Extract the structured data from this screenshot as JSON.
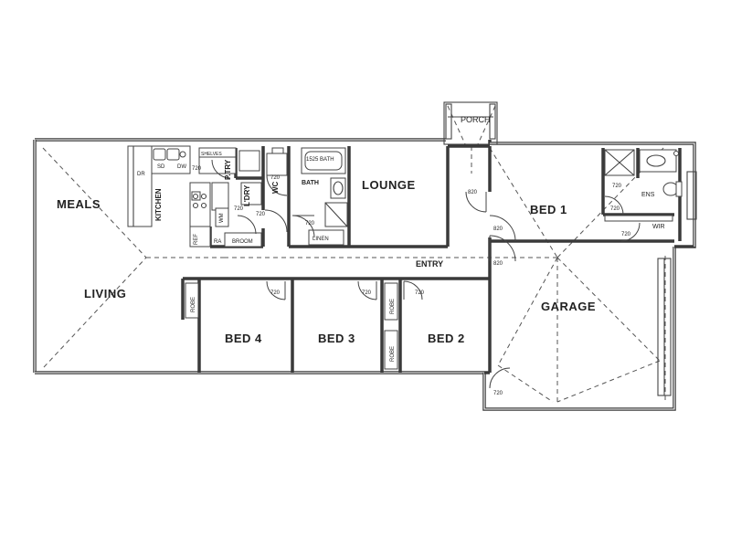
{
  "rooms": {
    "meals": "MEALS",
    "kitchen": "KITCHEN",
    "living": "LIVING",
    "lounge": "LOUNGE",
    "bath": "BATH",
    "bath_size": "1525 BATH",
    "bed1": "BED 1",
    "bed2": "BED 2",
    "bed3": "BED 3",
    "bed4": "BED 4",
    "garage": "GARAGE",
    "entry": "ENTRY",
    "porch": "PORCH",
    "ldry": "L'DRY",
    "wc": "WC",
    "ptry": "P.TRY",
    "ens": "ENS",
    "wir": "WIR",
    "linen": "LINEN",
    "broom": "BROOM"
  },
  "fixtures": {
    "dr": "DR",
    "sd": "SD",
    "dw": "DW",
    "ref": "REF",
    "ra": "RA",
    "wm": "WM",
    "shelves": "SHELVES",
    "robe": "ROBE"
  },
  "door_sizes": {
    "d720": "720",
    "d820": "820"
  }
}
